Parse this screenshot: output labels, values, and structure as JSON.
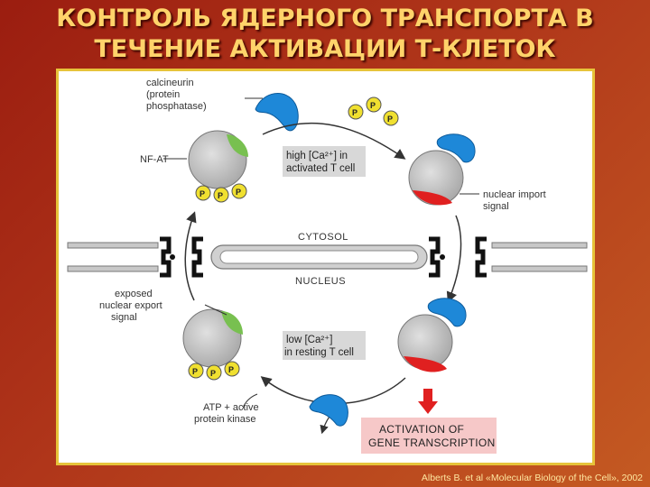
{
  "title": {
    "line1": "КОНТРОЛЬ ЯДЕРНОГО ТРАНСПОРТА В",
    "line2": "ТЕЧЕНИЕ АКТИВАЦИИ Т-КЛЕТОК"
  },
  "labels": {
    "calcineurin": [
      "calcineurin",
      "(protein",
      "phosphatase)"
    ],
    "nfat": "NF-AT",
    "high_ca": [
      "high [Ca²⁺] in",
      "activated T cell"
    ],
    "low_ca": [
      "low [Ca²⁺]",
      "in resting T cell"
    ],
    "nuclear_import": [
      "nuclear import",
      "signal"
    ],
    "exposed_export": [
      "exposed",
      "nuclear export",
      "signal"
    ],
    "cytosol": "CYTOSOL",
    "nucleus": "NUCLEUS",
    "atp": [
      "ATP + active",
      "protein kinase"
    ],
    "activation": [
      "ACTIVATION OF",
      "GENE TRANSCRIPTION"
    ],
    "phosphate": "P"
  },
  "citation": "Alberts B. et al «Molecular Biology of the Cell», 2002",
  "colors": {
    "calcineurin": "#1e88d8",
    "nfat": "#c8c8c8",
    "import_signal": "#e02020",
    "export_signal": "#78c050",
    "phosphate": "#f0e030",
    "label_box": "#d8d8d8",
    "activation_box": "#f6c8c8"
  }
}
